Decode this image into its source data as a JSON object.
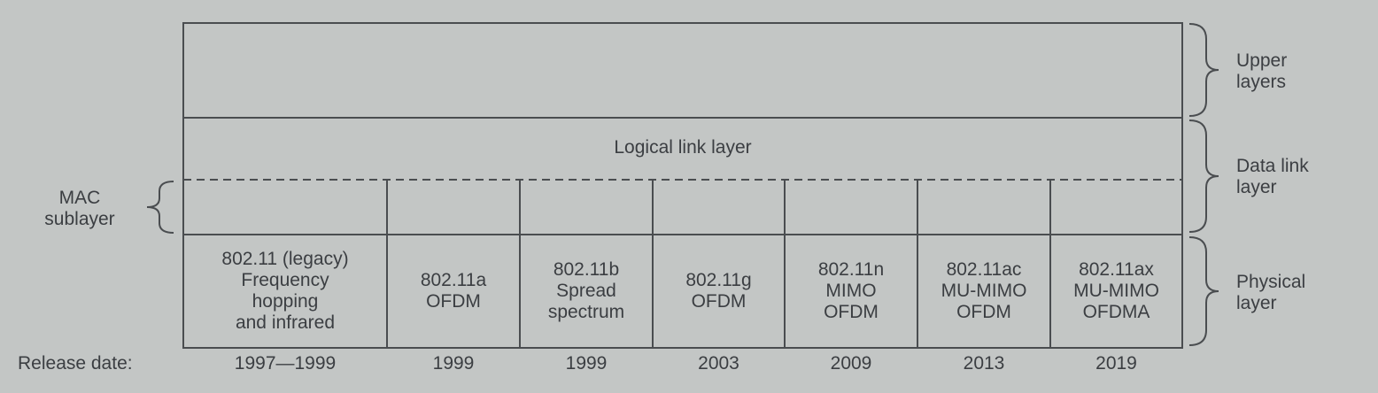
{
  "layers": {
    "upper": [
      "Upper",
      "layers"
    ],
    "data_link": [
      "Data link",
      "layer"
    ],
    "physical": [
      "Physical",
      "layer"
    ],
    "mac": [
      "MAC",
      "sublayer"
    ],
    "logical_link": "Logical link layer"
  },
  "release_label": "Release date:",
  "standards": [
    {
      "lines": [
        "802.11 (legacy)",
        "Frequency",
        "hopping",
        "and infrared"
      ],
      "date": "1997—1999"
    },
    {
      "lines": [
        "802.11a",
        "OFDM"
      ],
      "date": "1999"
    },
    {
      "lines": [
        "802.11b",
        "Spread",
        "spectrum"
      ],
      "date": "1999"
    },
    {
      "lines": [
        "802.11g",
        "OFDM"
      ],
      "date": "2003"
    },
    {
      "lines": [
        "802.11n",
        "MIMO",
        "OFDM"
      ],
      "date": "2009"
    },
    {
      "lines": [
        "802.11ac",
        "MU-MIMO",
        "OFDM"
      ],
      "date": "2013"
    },
    {
      "lines": [
        "802.11ax",
        "MU-MIMO",
        "OFDMA"
      ],
      "date": "2019"
    }
  ]
}
